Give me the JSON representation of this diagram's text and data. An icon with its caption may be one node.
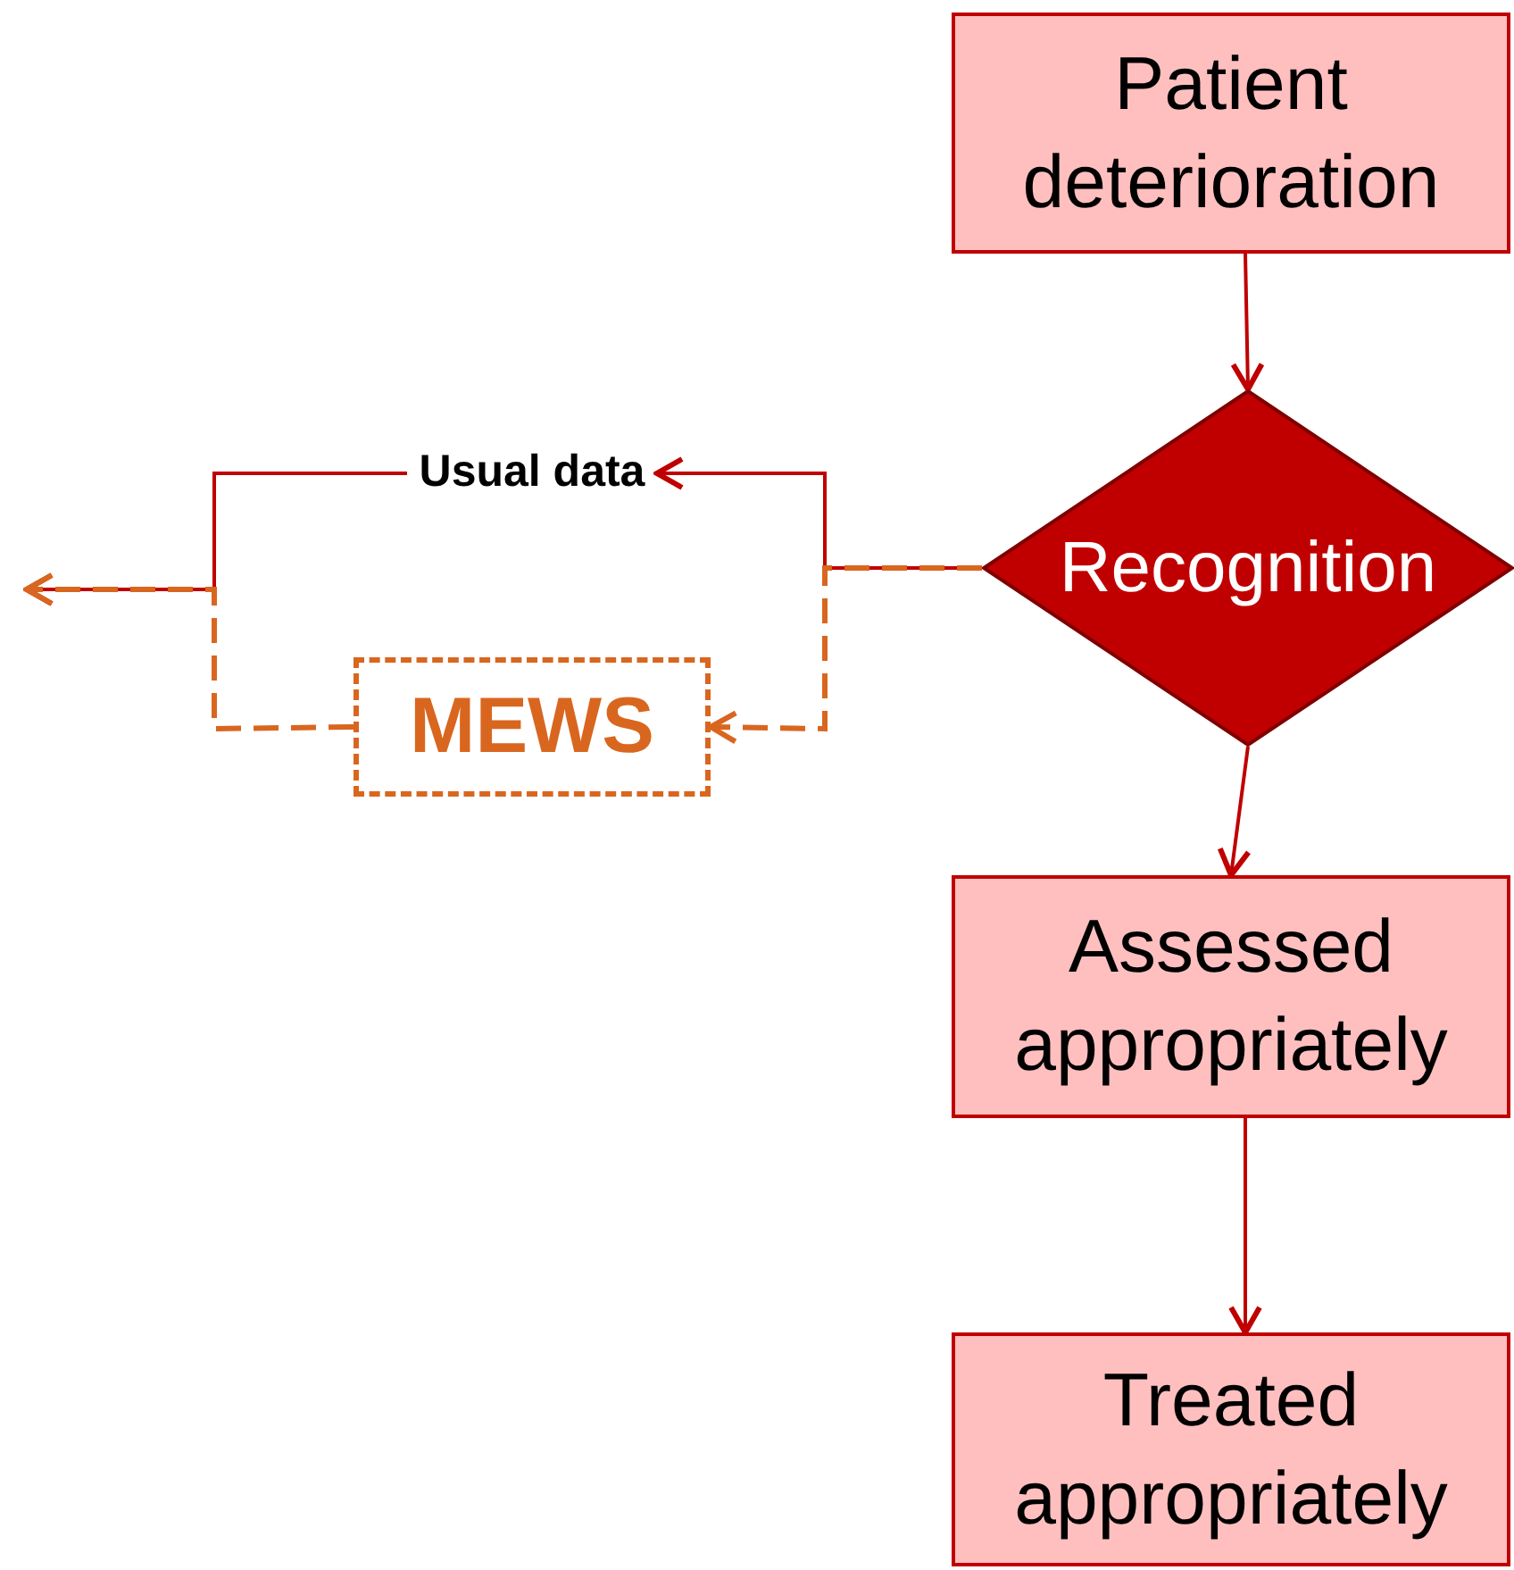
{
  "diagram": {
    "nodes": [
      {
        "text": [
          "Patient deterioration"
        ]
      },
      {
        "text": [
          "Recognition"
        ]
      },
      {
        "text": [
          "Usual data"
        ]
      },
      {
        "text": [
          "MEWS"
        ]
      },
      {
        "text": [
          "Assessed appropriately"
        ]
      },
      {
        "text": [
          "Treated appropriately"
        ]
      }
    ],
    "edges": [
      {
        "from": 0,
        "to": 1,
        "arrow": "to"
      },
      {
        "from": 1,
        "to": 4,
        "arrow": "to"
      },
      {
        "from": 4,
        "to": 5,
        "arrow": "to"
      },
      {
        "from": 1,
        "to": 2,
        "arrow": "to"
      },
      {
        "from": 2,
        "to": null,
        "arrow": "to"
      },
      {
        "from": 1,
        "to": 3,
        "arrow": "to",
        "style": "dashed",
        "color": "#d9661f"
      },
      {
        "from": 3,
        "to": null,
        "arrow": "to",
        "style": "dashed",
        "color": "#d9661f"
      }
    ]
  }
}
